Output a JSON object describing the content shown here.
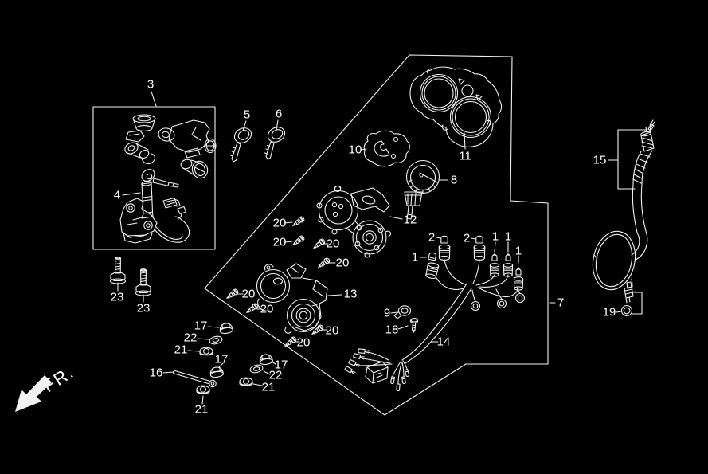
{
  "diagram": {
    "type": "exploded-parts-diagram",
    "background_color": "#000000",
    "line_color": "#f2f2f2",
    "text_color": "#ffffff",
    "direction_indicator": {
      "label": "FR."
    },
    "callouts": [
      {
        "id": "callout-3",
        "label": "3"
      },
      {
        "id": "callout-4",
        "label": "4"
      },
      {
        "id": "callout-5",
        "label": "5"
      },
      {
        "id": "callout-6",
        "label": "6"
      },
      {
        "id": "callout-8",
        "label": "8"
      },
      {
        "id": "callout-10",
        "label": "10"
      },
      {
        "id": "callout-11",
        "label": "11"
      },
      {
        "id": "callout-12",
        "label": "12"
      },
      {
        "id": "callout-13",
        "label": "13"
      },
      {
        "id": "callout-15",
        "label": "15"
      },
      {
        "id": "callout-19",
        "label": "19"
      },
      {
        "id": "callout-7",
        "label": "7"
      },
      {
        "id": "callout-14",
        "label": "14"
      },
      {
        "id": "callout-9",
        "label": "9"
      },
      {
        "id": "callout-18",
        "label": "18"
      },
      {
        "id": "callout-23-a",
        "label": "23"
      },
      {
        "id": "callout-23-b",
        "label": "23"
      },
      {
        "id": "callout-16",
        "label": "16"
      },
      {
        "id": "callout-17-a",
        "label": "17"
      },
      {
        "id": "callout-22-a",
        "label": "22"
      },
      {
        "id": "callout-21-a",
        "label": "21"
      },
      {
        "id": "callout-17-b",
        "label": "17"
      },
      {
        "id": "callout-21-b",
        "label": "21"
      },
      {
        "id": "callout-17-c",
        "label": "17"
      },
      {
        "id": "callout-22-b",
        "label": "22"
      },
      {
        "id": "callout-21-c",
        "label": "21"
      },
      {
        "id": "callout-20-a",
        "label": "20"
      },
      {
        "id": "callout-20-b",
        "label": "20"
      },
      {
        "id": "callout-20-c",
        "label": "20"
      },
      {
        "id": "callout-20-d",
        "label": "20"
      },
      {
        "id": "callout-20-e",
        "label": "20"
      },
      {
        "id": "callout-20-f",
        "label": "20"
      },
      {
        "id": "callout-20-g",
        "label": "20"
      },
      {
        "id": "callout-20-h",
        "label": "20"
      },
      {
        "id": "callout-2-a",
        "label": "2"
      },
      {
        "id": "callout-2-b",
        "label": "2"
      },
      {
        "id": "callout-1-a",
        "label": "1"
      },
      {
        "id": "callout-1-b",
        "label": "1"
      },
      {
        "id": "callout-1-c",
        "label": "1"
      },
      {
        "id": "callout-1-d",
        "label": "1"
      }
    ]
  }
}
